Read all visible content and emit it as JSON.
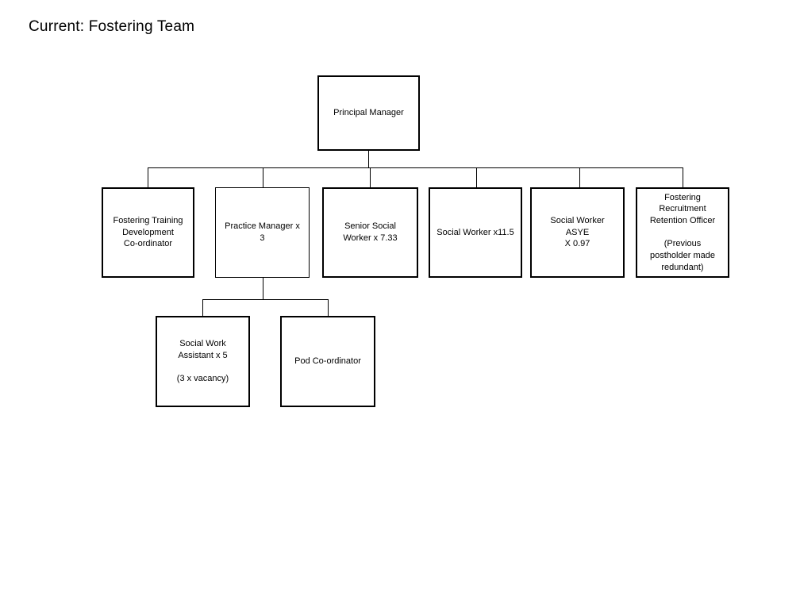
{
  "title": "Current: Fostering Team",
  "org_chart": {
    "type": "org-tree",
    "root": {
      "id": "principal-manager",
      "label": "Principal Manager"
    },
    "level2": [
      {
        "id": "fostering-training-development-coordinator",
        "label": "Fostering Training\nDevelopment\nCo-ordinator",
        "parent": "principal-manager"
      },
      {
        "id": "practice-manager",
        "label": "Practice Manager x\n3",
        "parent": "principal-manager"
      },
      {
        "id": "senior-social-worker",
        "label": "Senior Social\nWorker x 7.33",
        "parent": "principal-manager"
      },
      {
        "id": "social-worker",
        "label": "Social Worker x11.5",
        "parent": "principal-manager"
      },
      {
        "id": "social-worker-asye",
        "label": "Social Worker\nASYE\nX 0.97",
        "parent": "principal-manager"
      },
      {
        "id": "fostering-recruitment-retention-officer",
        "label": "Fostering\nRecruitment\nRetention Officer\n\n(Previous\npostholder made\nredundant)",
        "parent": "principal-manager"
      }
    ],
    "level3": [
      {
        "id": "social-work-assistant",
        "label": "Social Work\nAssistant x 5\n\n(3 x vacancy)",
        "parent": "practice-manager"
      },
      {
        "id": "pod-coordinator",
        "label": "Pod Co-ordinator",
        "parent": "practice-manager"
      }
    ]
  },
  "colors": {
    "background": "#ffffff",
    "box_border": "#000000",
    "text": "#000000"
  }
}
